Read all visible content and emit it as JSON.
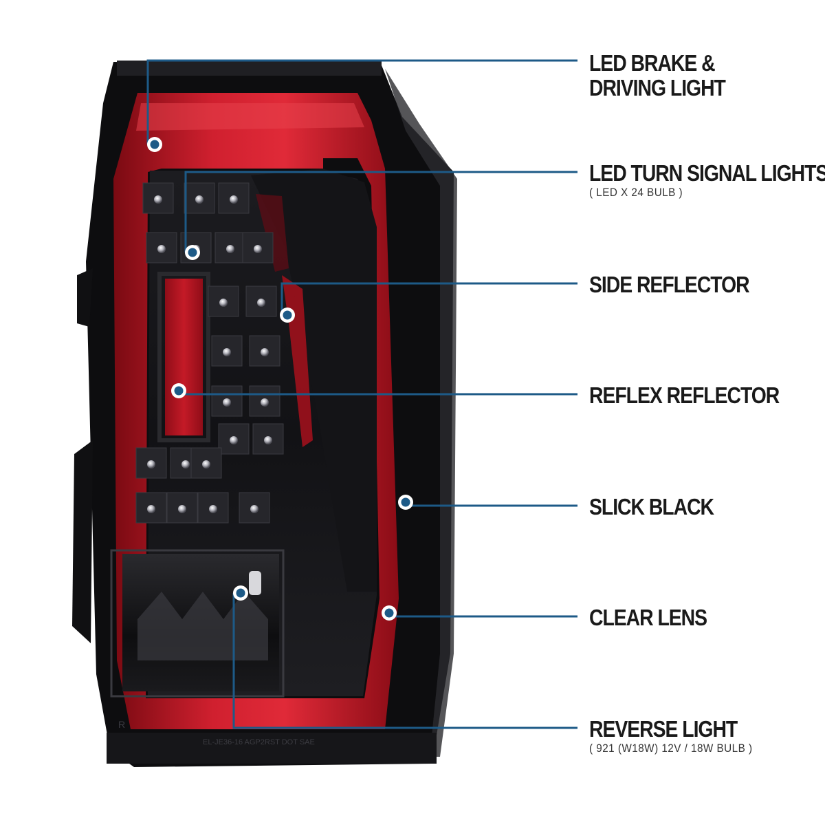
{
  "callouts": [
    {
      "id": "led-brake-driving-light",
      "title_lines": [
        "LED BRAKE &",
        "DRIVING LIGHT"
      ],
      "subtitle": ""
    },
    {
      "id": "led-turn-signal-lights",
      "title_lines": [
        "LED TURN SIGNAL LIGHTS"
      ],
      "subtitle": "( LED X 24  BULB )"
    },
    {
      "id": "side-reflector",
      "title_lines": [
        "SIDE REFLECTOR"
      ],
      "subtitle": ""
    },
    {
      "id": "reflex-reflector",
      "title_lines": [
        "REFLEX REFLECTOR"
      ],
      "subtitle": ""
    },
    {
      "id": "slick-black",
      "title_lines": [
        "SLICK BLACK"
      ],
      "subtitle": ""
    },
    {
      "id": "clear-lens",
      "title_lines": [
        "CLEAR LENS"
      ],
      "subtitle": ""
    },
    {
      "id": "reverse-light",
      "title_lines": [
        "REVERSE LIGHT"
      ],
      "subtitle": "( 921 (W18W)  12V / 18W  BULB )"
    }
  ],
  "housing_markings": [
    "R",
    "EL-JE36-16 AGP2RST DOT SAE"
  ],
  "colors": {
    "callout_line": "#1d5a87",
    "marker_fill": "#1d5a87",
    "housing_black": "#0d0d0f",
    "light_bar_red": "#c8102e",
    "reflector_red": "#b3121f",
    "label_text": "#1a1a1a"
  }
}
